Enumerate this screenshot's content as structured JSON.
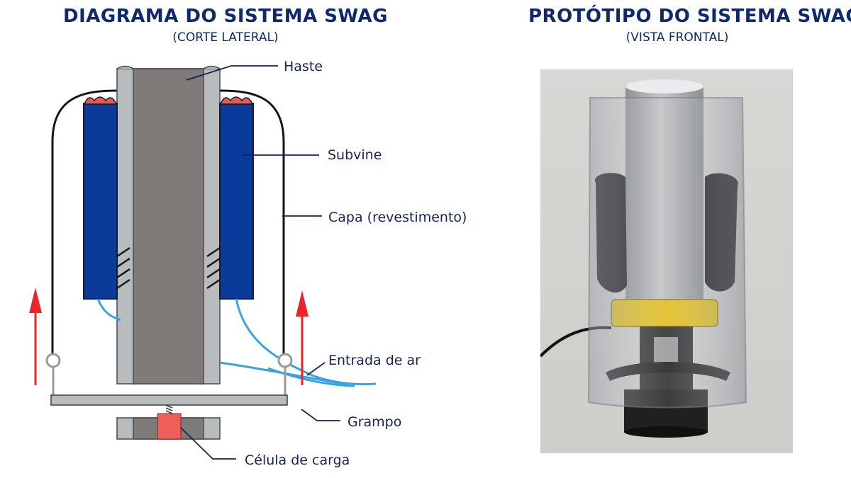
{
  "left_panel": {
    "title": "DIAGRAMA DO SISTEMA SWAG",
    "subtitle": "(CORTE LATERAL)",
    "labels": {
      "haste": "Haste",
      "subvine": "Subvine",
      "capa": "Capa (revestimento)",
      "entrada_ar": "Entrada de ar",
      "grampo": "Grampo",
      "celula": "Célula de carga"
    }
  },
  "right_panel": {
    "title": "PROTÓTIPO DO SISTEMA SWAG",
    "subtitle": "(VISTA FRONTAL)"
  },
  "colors": {
    "title": "#0f2a6b",
    "rod_outer": "#b9bcbe",
    "rod_inner": "#7f7b78",
    "subvine": "#0a3a9a",
    "subvine_cap": "#e65a55",
    "air_tube": "#39a3e0",
    "arrow": "#e8262b",
    "load_cell": "#ef5f5a",
    "leader_line": "#16244f",
    "yellow_clamp": "#e6c11a"
  }
}
